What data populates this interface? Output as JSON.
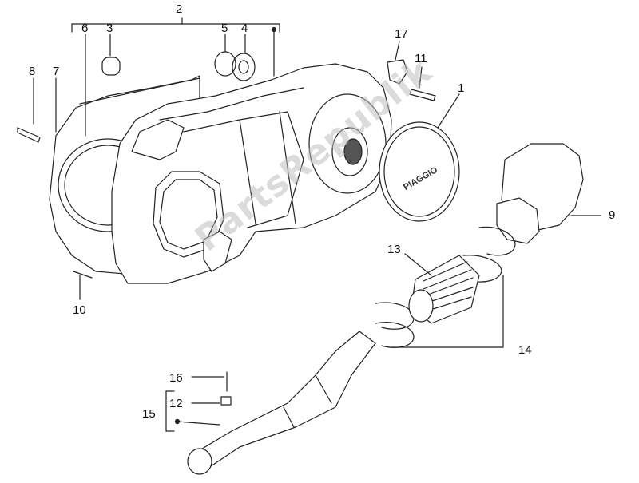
{
  "labels": {
    "l1": "1",
    "l2": "2",
    "l3": "3",
    "l4": "4",
    "l5": "5",
    "l6": "6",
    "l7": "7",
    "l8": "8",
    "l9": "9",
    "l10": "10",
    "l11": "11",
    "l12": "12",
    "l13": "13",
    "l14": "14",
    "l15": "15",
    "l16": "16",
    "l17": "17"
  },
  "brand_on_cover": "PIAGGIO",
  "watermark": "PartsRepublik"
}
